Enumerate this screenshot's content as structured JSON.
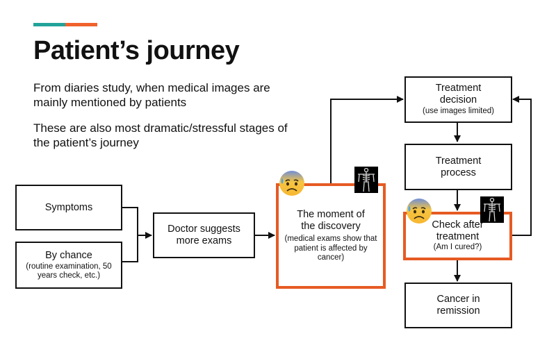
{
  "title": "Patient’s journey",
  "subtitle_1": "From diaries study, when medical images are mainly mentioned by patients",
  "subtitle_2": "These are also most dramatic/stressful stages of the patient’s journey",
  "nodes": {
    "symptoms": {
      "label": "Symptoms"
    },
    "by_chance": {
      "label": "By chance",
      "note": "(routine examination, 50 years check, etc.)"
    },
    "doctor": {
      "label": "Doctor suggests more exams"
    },
    "discovery": {
      "label": "The moment of the discovery",
      "note": "(medical exams show that patient is affected by cancer)"
    },
    "decision": {
      "label": "Treatment decision",
      "note": "(use images limited)"
    },
    "process": {
      "label": "Treatment process"
    },
    "check": {
      "label": "Check after treatment",
      "note": "(Am I cured?)"
    },
    "remission": {
      "label": "Cancer in remission"
    }
  },
  "colors": {
    "highlight": "#e65a23",
    "accent_teal": "#22a39a",
    "accent_orange": "#f0622c"
  },
  "icons": [
    "anxious-face-icon",
    "xray-image-icon"
  ]
}
